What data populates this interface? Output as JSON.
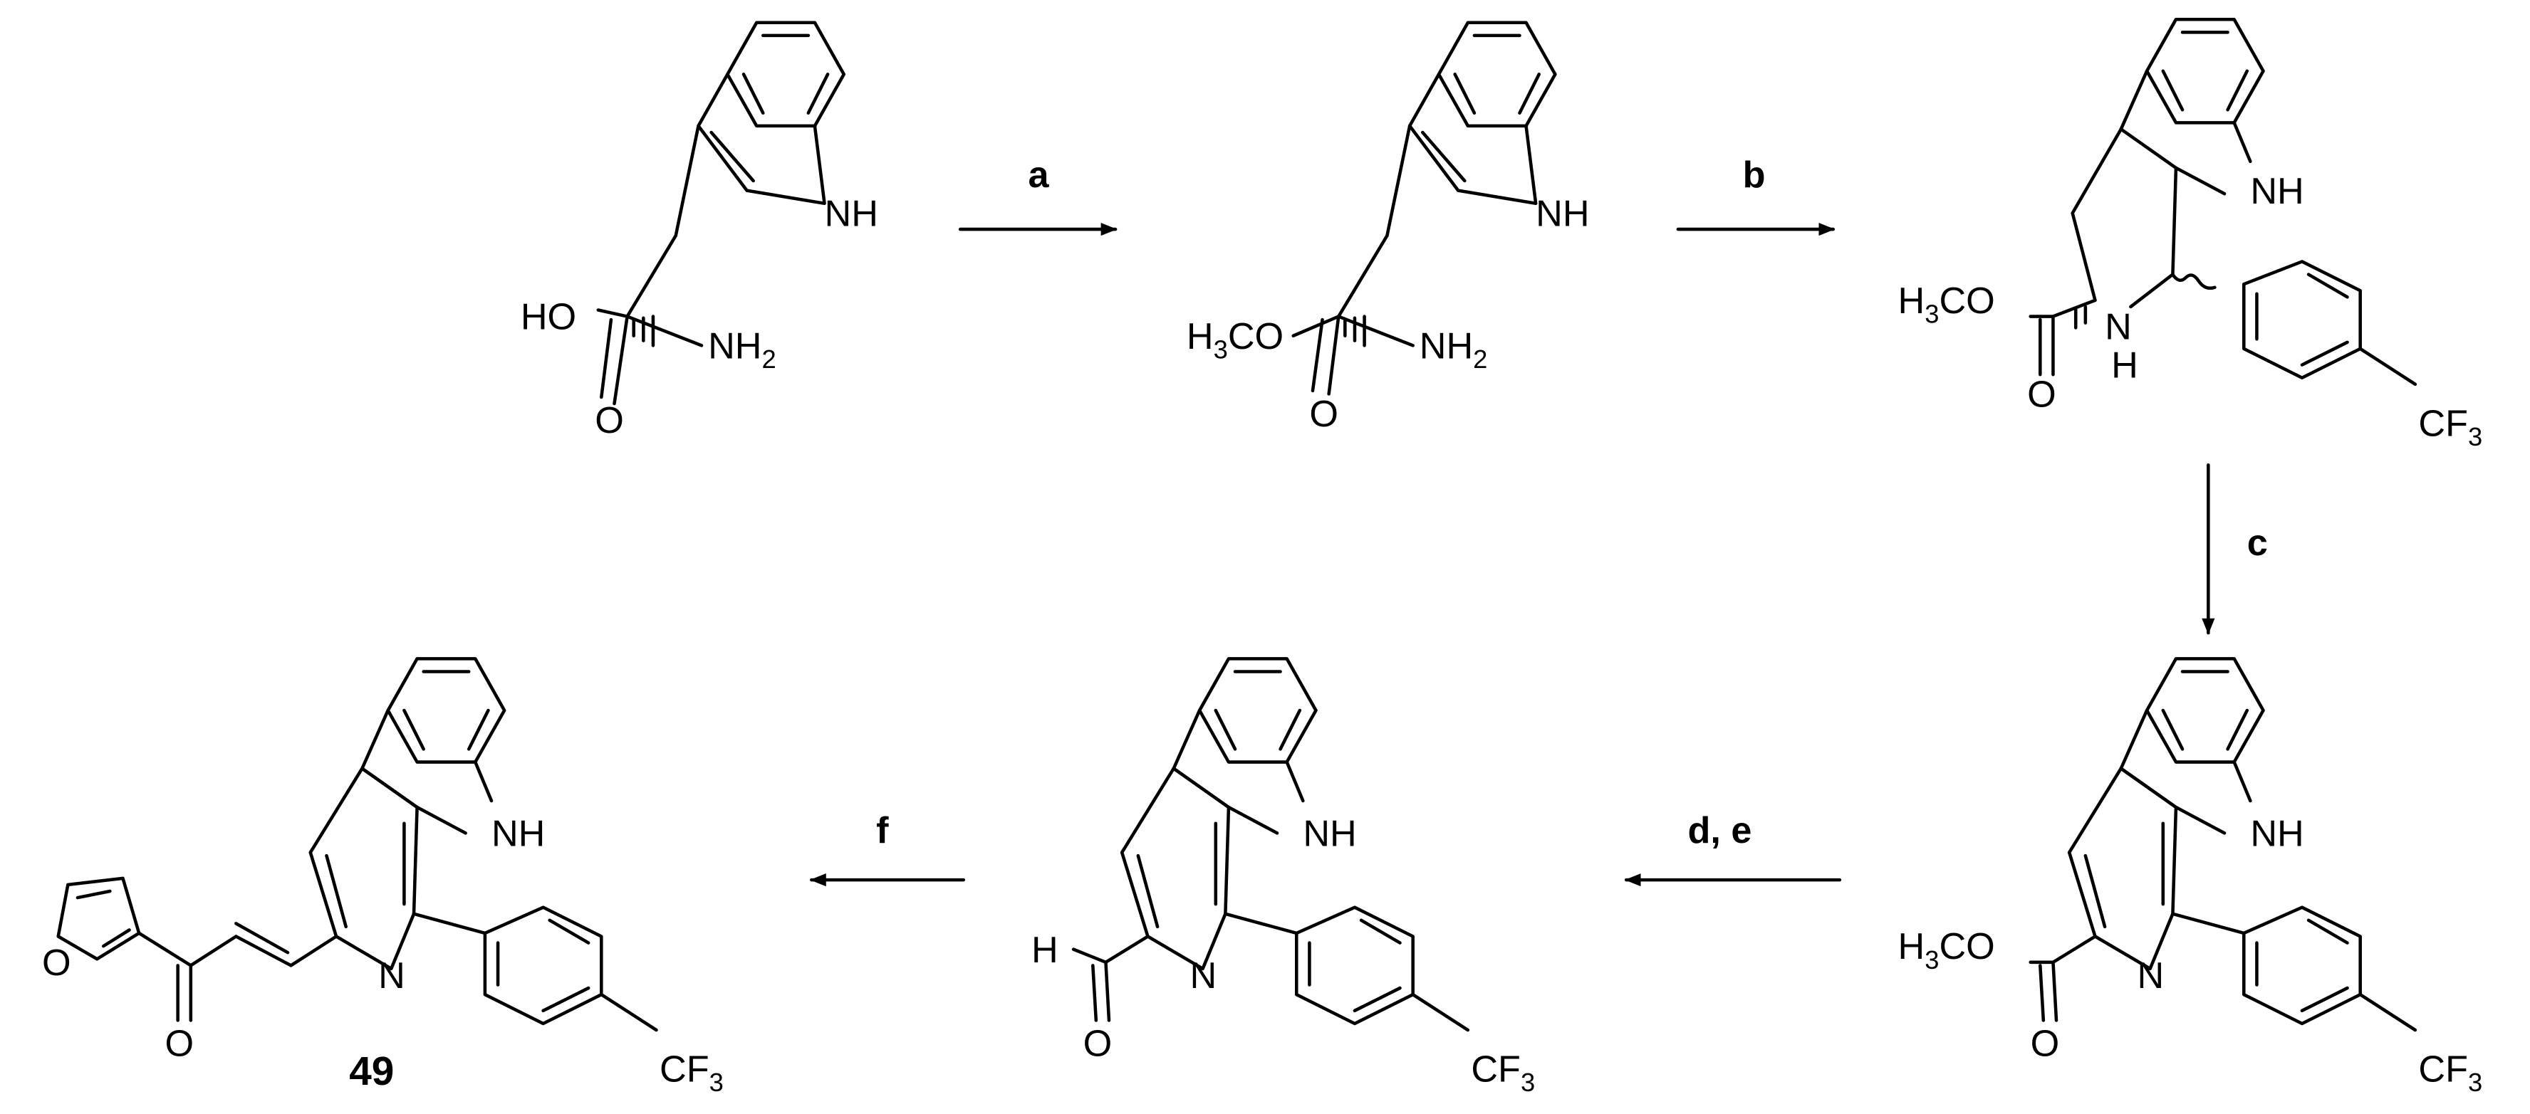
{
  "scheme": {
    "reagent_labels": {
      "a": "a",
      "b": "b",
      "c": "c",
      "de": "d, e",
      "f": "f"
    },
    "compound_labels": {
      "final": "49"
    },
    "atoms": {
      "nh": "NH",
      "n": "N",
      "h": "H",
      "o": "O",
      "ho": "HO",
      "nh2_main": "NH",
      "h3co_main": "H",
      "cf3_main": "CF",
      "sub2": "2",
      "sub3": "3",
      "co": "CO"
    }
  }
}
